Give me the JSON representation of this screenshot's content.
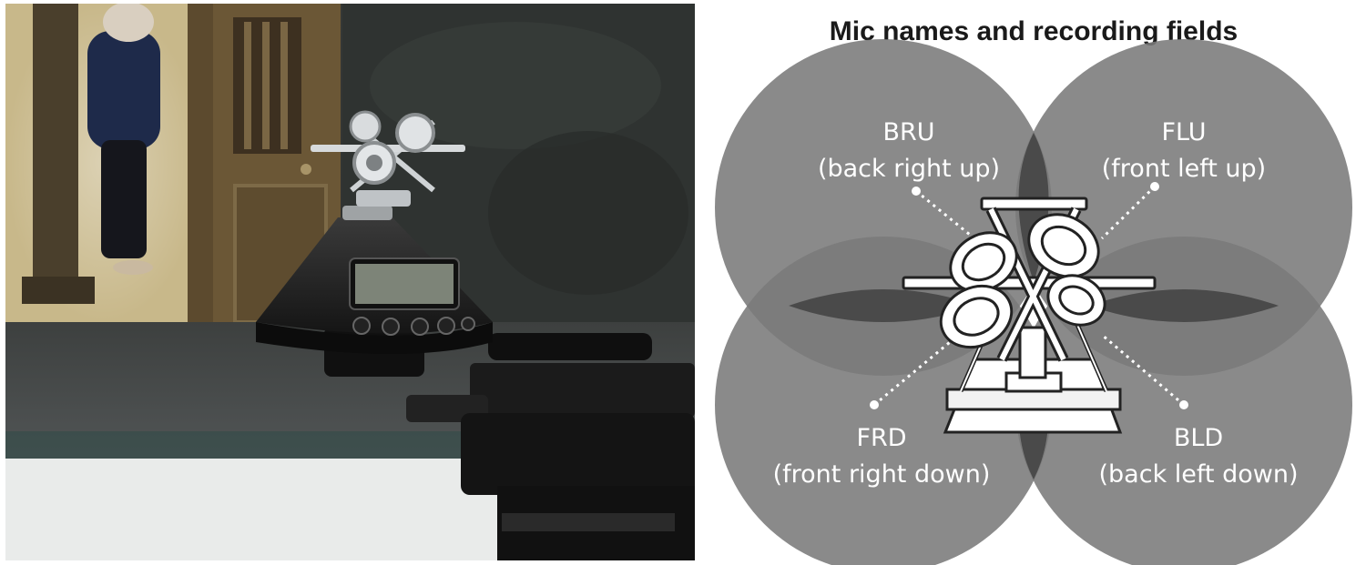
{
  "photo": {
    "subject": "Ambisonic recorder mounted on a tripod head"
  },
  "diagram": {
    "title": "Mic names and recording fields",
    "mics": [
      {
        "code": "BRU",
        "name": "(back right up)"
      },
      {
        "code": "FLU",
        "name": "(front left up)"
      },
      {
        "code": "FRD",
        "name": "(front right down)"
      },
      {
        "code": "BLD",
        "name": "(back left down)"
      }
    ],
    "colors": {
      "field": "#7a7a7a",
      "overlap": "#4a4a4a",
      "label": "#ffffff",
      "title": "#1a1a1a"
    }
  }
}
